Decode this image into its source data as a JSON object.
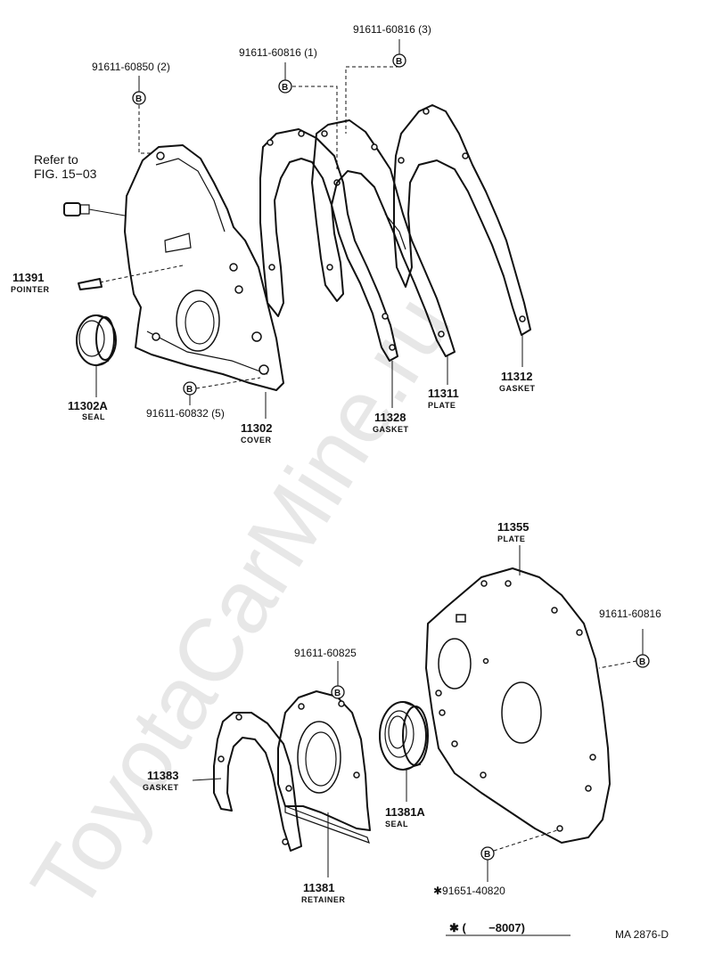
{
  "watermark": "ToyotaCarMine.ru",
  "bolt_mark": "B",
  "top": {
    "ref_line1": "Refer to",
    "ref_line2": "FIG. 15−03",
    "bolt_850": "91611-60850 (2)",
    "bolt_816_1": "91611-60816 (1)",
    "bolt_816_3": "91611-60816 (3)",
    "bolt_832": "91611-60832 (5)",
    "pointer_pn": "11391",
    "pointer_name": "POINTER",
    "seal_pn": "11302A",
    "seal_name": "SEAL",
    "cover_pn": "11302",
    "cover_name": "COVER",
    "gasket28_pn": "11328",
    "gasket28_name": "GASKET",
    "plate11_pn": "11311",
    "plate11_name": "PLATE",
    "gasket12_pn": "11312",
    "gasket12_name": "GASKET"
  },
  "bottom": {
    "plate55_pn": "11355",
    "plate55_name": "PLATE",
    "bolt_816": "91611-60816",
    "bolt_825": "91611-60825",
    "gasket83_pn": "11383",
    "gasket83_name": "GASKET",
    "seal81_pn": "11381A",
    "seal81_name": "SEAL",
    "retainer_pn": "11381",
    "retainer_name": "RETAINER",
    "bolt_820": "✱91651-40820"
  },
  "footer": {
    "note": "✱ (       −8007)",
    "code": "MA 2876-D"
  }
}
